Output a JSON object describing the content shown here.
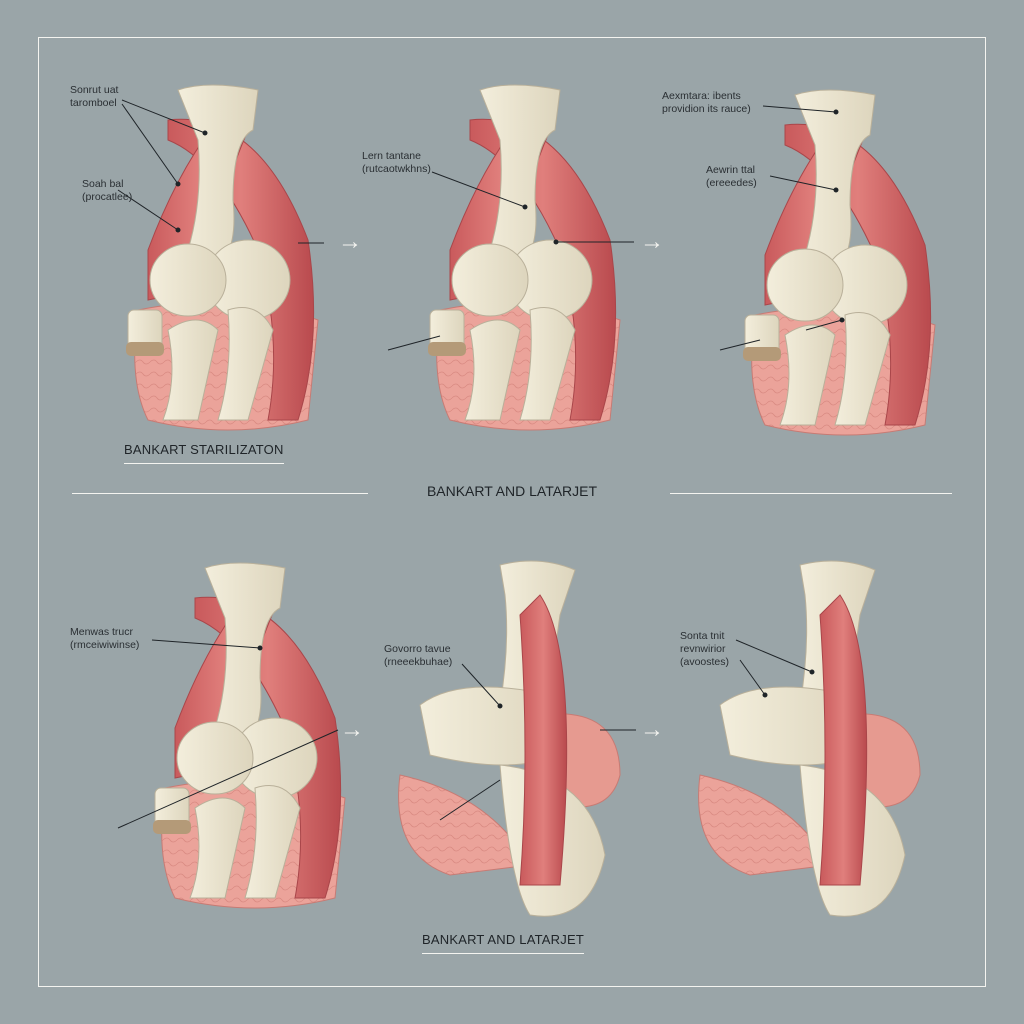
{
  "colors": {
    "background": "#9aa5a8",
    "bone": "#ece6d2",
    "muscle": "#d46a6a",
    "muscle_dark": "#b84b4e",
    "tissue_pink": "#e9a29a",
    "frame_line": "#f4f4f0",
    "label_text": "#2a2f33"
  },
  "section_title": "BANKART AND LATARJET",
  "panels": [
    {
      "caption": "BANKART STARILIZATON",
      "annotations": [
        {
          "text": "Sonrut uat\ntaromboel"
        },
        {
          "text": "Soah bal\n(procatlee)"
        }
      ]
    },
    {
      "annotations": [
        {
          "text": "Lern tantane\n(rutcaotwkhns)"
        }
      ]
    },
    {
      "annotations": [
        {
          "text": "Aexmtara: ibents\nprovidion its rauce)"
        },
        {
          "text": "Aewrin ttal\n(ereeedes)"
        }
      ]
    },
    {
      "annotations": [
        {
          "text": "Menwas trucr\n(rmceiwiwinse)"
        }
      ]
    },
    {
      "caption": "BANKART AND LATARJET",
      "annotations": [
        {
          "text": "Govorro tavue\n(rneeekbuhae)"
        }
      ]
    },
    {
      "annotations": [
        {
          "text": "Sonta tnit\nrevnwirior\n(avoostes)"
        }
      ]
    }
  ],
  "arrows": [
    "→",
    "→",
    "→",
    "→"
  ],
  "icons": [
    "arrow-right-icon"
  ]
}
